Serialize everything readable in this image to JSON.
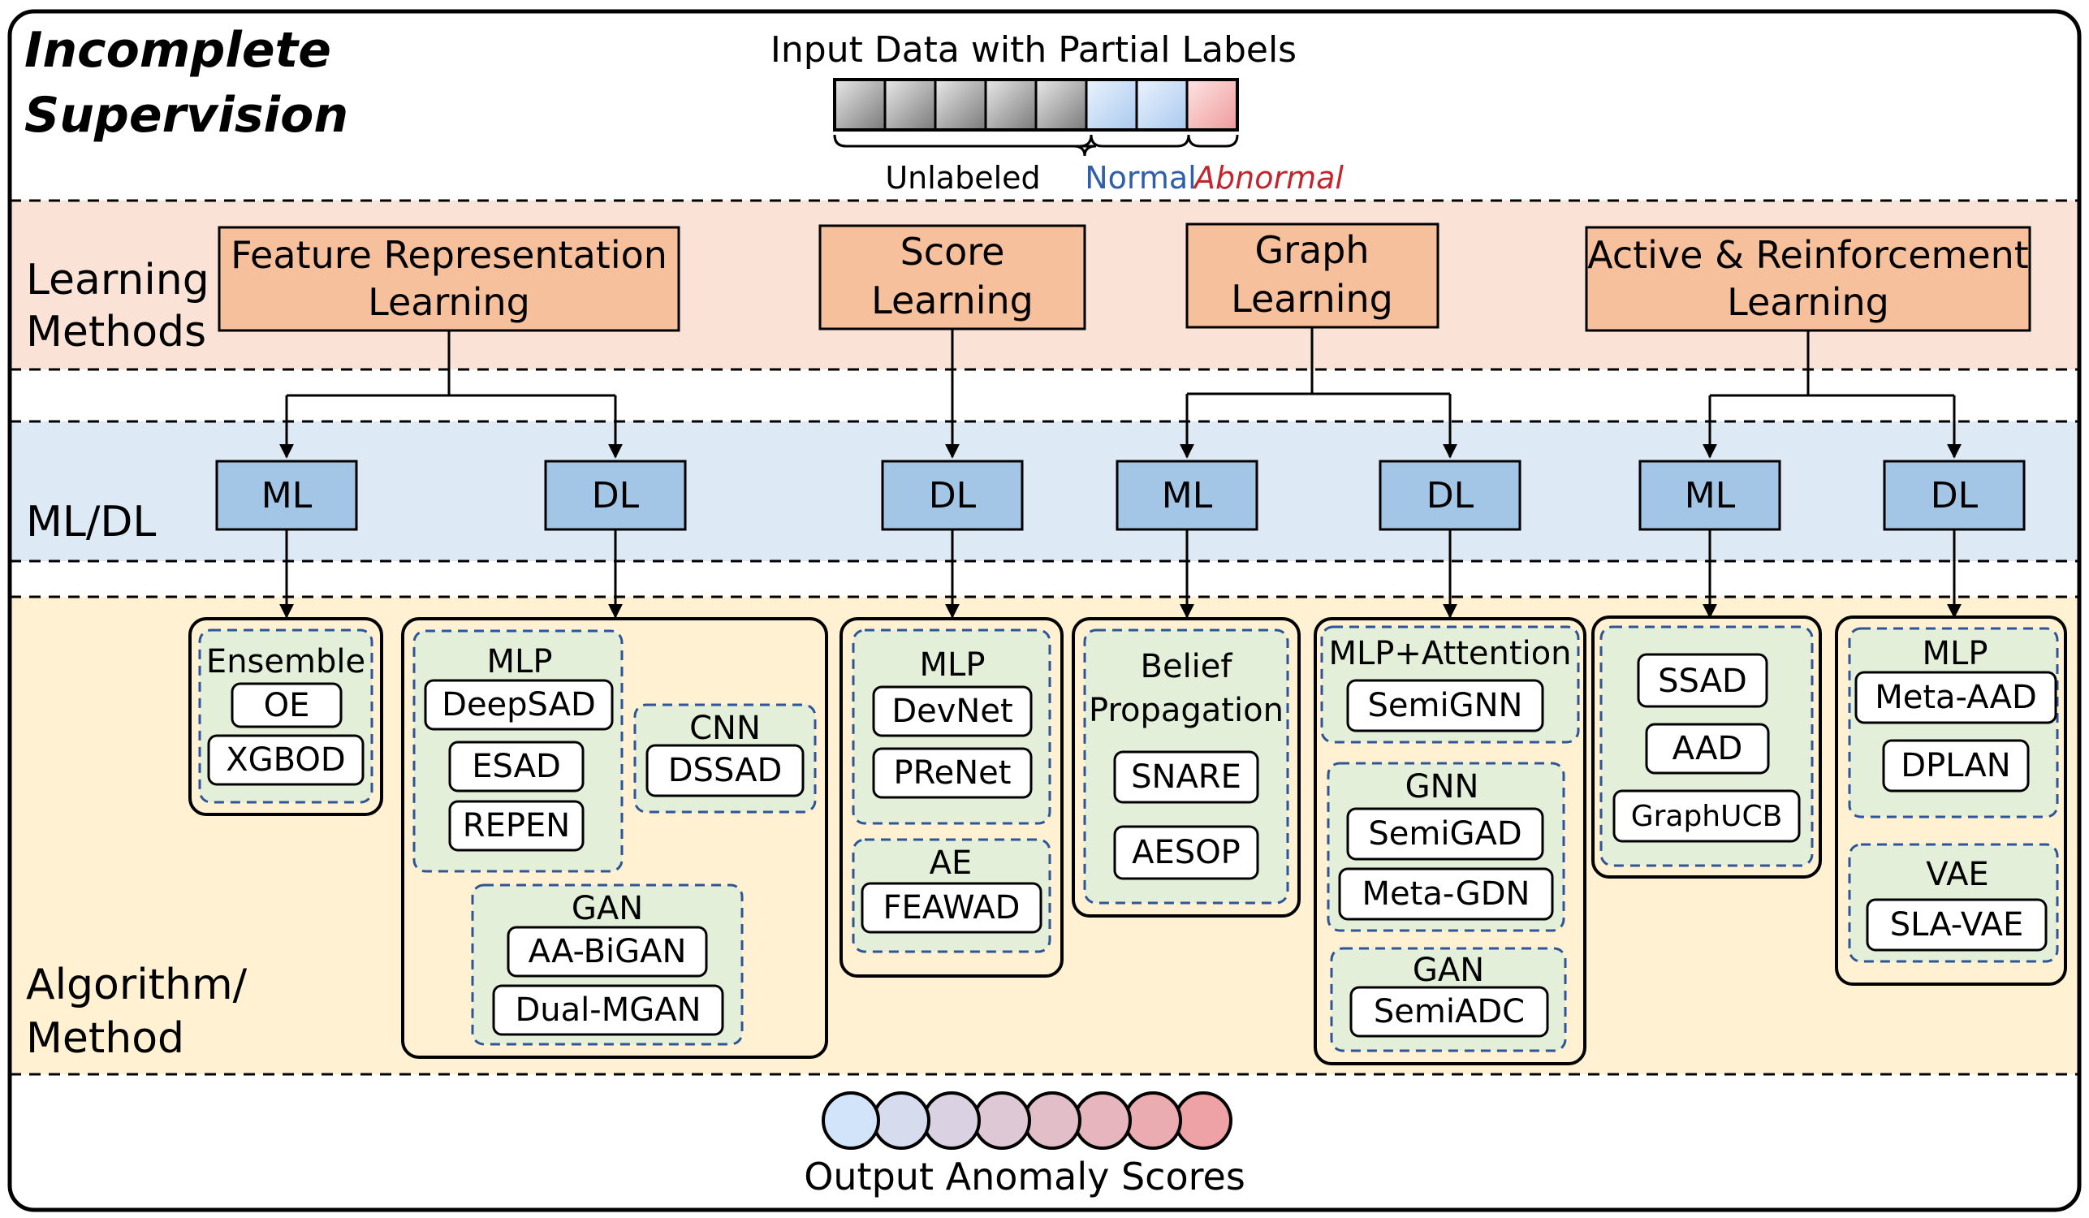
{
  "title": {
    "line1": "Incomplete",
    "line2": "Supervision"
  },
  "input": {
    "label": "Input Data with Partial Labels",
    "unlabeled": "Unlabeled",
    "normal": "Normal",
    "abnormal": "Abnormal",
    "cells": [
      "unlabeled",
      "unlabeled",
      "unlabeled",
      "unlabeled",
      "unlabeled",
      "normal",
      "normal",
      "abnormal"
    ]
  },
  "rows": {
    "learning": {
      "line1": "Learning",
      "line2": "Methods"
    },
    "mldl": "ML/DL",
    "algorithm": {
      "line1": "Algorithm/",
      "line2": "Method"
    }
  },
  "learning_methods": [
    {
      "line1": "Feature Representation",
      "line2": "Learning"
    },
    {
      "line1": "Score",
      "line2": "Learning"
    },
    {
      "line1": "Graph",
      "line2": "Learning"
    },
    {
      "line1": "Active & Reinforcement",
      "line2": "Learning"
    }
  ],
  "mldl_boxes": [
    "ML",
    "DL",
    "DL",
    "ML",
    "DL",
    "ML",
    "DL"
  ],
  "algorithms": {
    "c1": {
      "g1_title": "Ensemble",
      "items": [
        "OE",
        "XGBOD"
      ]
    },
    "c2": {
      "mlp_title": "MLP",
      "mlp_items": [
        "DeepSAD",
        "ESAD",
        "REPEN"
      ],
      "cnn_title": "CNN",
      "cnn_items": [
        "DSSAD"
      ],
      "gan_title": "GAN",
      "gan_items": [
        "AA-BiGAN",
        "Dual-MGAN"
      ]
    },
    "c3": {
      "mlp_title": "MLP",
      "mlp_items": [
        "DevNet",
        "PReNet"
      ],
      "ae_title": "AE",
      "ae_items": [
        "FEAWAD"
      ]
    },
    "c4": {
      "title_line1": "Belief",
      "title_line2": "Propagation",
      "items": [
        "SNARE",
        "AESOP"
      ]
    },
    "c5": {
      "att_title": "MLP+Attention",
      "att_items": [
        "SemiGNN"
      ],
      "gnn_title": "GNN",
      "gnn_items": [
        "SemiGAD",
        "Meta-GDN"
      ],
      "gan_title": "GAN",
      "gan_items": [
        "SemiADC"
      ]
    },
    "c6": {
      "items": [
        "SSAD",
        "AAD",
        "GraphUCB"
      ]
    },
    "c7": {
      "mlp_title": "MLP",
      "mlp_items": [
        "Meta-AAD",
        "DPLAN"
      ],
      "vae_title": "VAE",
      "vae_items": [
        "SLA-VAE"
      ]
    }
  },
  "output": {
    "label": "Output Anomaly Scores",
    "circle_count": 8
  },
  "colors": {
    "learning_band": "#fae3d6",
    "mldl_band": "#dde9f5",
    "algo_band": "#fff1d1",
    "orange_box": "#f6c09c",
    "blue_box": "#a4c6e6",
    "group_fill": "#e3efd9",
    "group_border": "#2f5597",
    "normal_text": "#2e5fa8",
    "abnormal_text": "#c0262d",
    "unlabeled_gray": "#8c8c8c",
    "normal_blue": "#c5dcf5",
    "abnormal_red": "#f2a2a2"
  }
}
